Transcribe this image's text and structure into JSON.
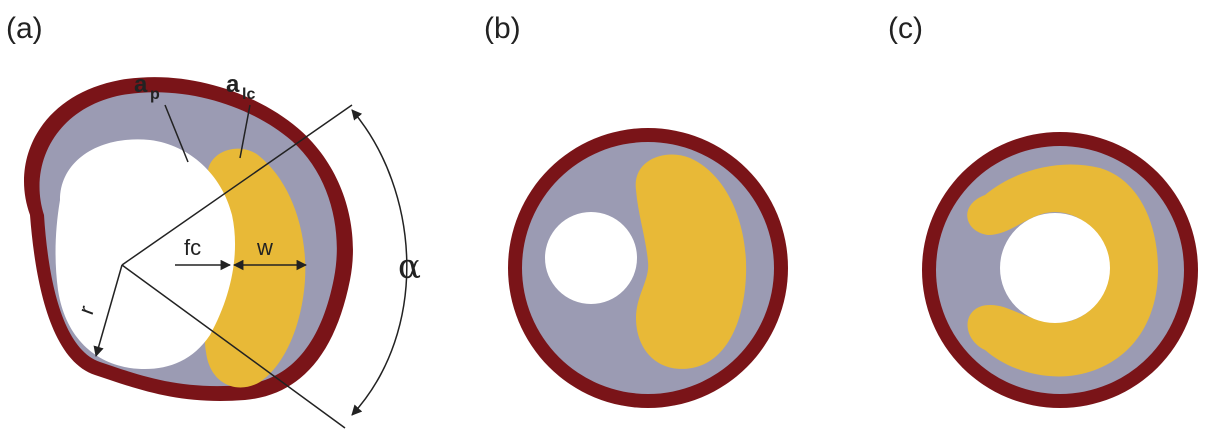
{
  "panels": {
    "a": {
      "label": "(a)"
    },
    "b": {
      "label": "(b)"
    },
    "c": {
      "label": "(c)"
    }
  },
  "annotations": {
    "ap_main": "a",
    "ap_sub": "p",
    "alc_main": "a",
    "alc_sub": "lc",
    "fc": "fc",
    "w": "w",
    "r": "r",
    "alpha": "α"
  },
  "colors": {
    "wall": "#7a1418",
    "plaque": "#9b9bb3",
    "lipid_core": "#e8b937",
    "lumen": "#ffffff"
  }
}
